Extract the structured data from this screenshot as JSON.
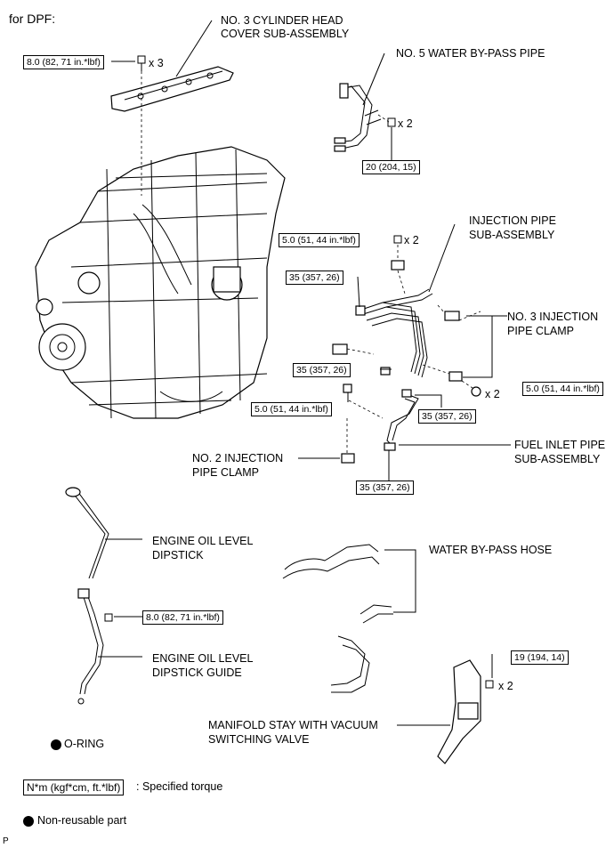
{
  "header": {
    "title": "for DPF:"
  },
  "labels": {
    "cyl_head_cover_1": "NO. 3 CYLINDER HEAD",
    "cyl_head_cover_2": "COVER SUB-ASSEMBLY",
    "water_bypass_pipe": "NO. 5 WATER BY-PASS PIPE",
    "inj_pipe_1": "INJECTION PIPE",
    "inj_pipe_2": "SUB-ASSEMBLY",
    "no3_clamp_1": "NO. 3 INJECTION",
    "no3_clamp_2": "PIPE CLAMP",
    "no2_clamp_1": "NO. 2 INJECTION",
    "no2_clamp_2": "PIPE CLAMP",
    "fuel_inlet_1": "FUEL INLET PIPE",
    "fuel_inlet_2": "SUB-ASSEMBLY",
    "dipstick_1": "ENGINE OIL LEVEL",
    "dipstick_2": "DIPSTICK",
    "water_hose": "WATER BY-PASS HOSE",
    "guide_1": "ENGINE OIL LEVEL",
    "guide_2": "DIPSTICK GUIDE",
    "manifold_1": "MANIFOLD STAY WITH VACUUM",
    "manifold_2": "SWITCHING VALVE",
    "oring": "O-RING"
  },
  "torques": {
    "t_cover": "8.0 (82, 71 in.*lbf)",
    "t_water": "20 (204, 15)",
    "t_inj_top": "5.0 (51, 44 in.*lbf)",
    "t_35_a": "35 (357, 26)",
    "t_35_b": "35 (357, 26)",
    "t_no3_clamp": "5.0 (51, 44 in.*lbf)",
    "t_inj_low": "5.0 (51, 44 in.*lbf)",
    "t_35_c": "35 (357, 26)",
    "t_35_d": "35 (357, 26)",
    "t_guide": "8.0 (82, 71 in.*lbf)",
    "t_manifold": "19 (194, 14)"
  },
  "quantities": {
    "q_cover": "x 3",
    "q_water": "x 2",
    "q_inj_top": "x 2",
    "q_no3_clamp": "x 2",
    "q_manifold": "x 2"
  },
  "legend": {
    "torque_unit": "N*m (kgf*cm, ft.*lbf)",
    "torque_desc": ": Specified torque",
    "nonreusable": "Non-reusable part"
  },
  "footer": {
    "code": "P"
  }
}
